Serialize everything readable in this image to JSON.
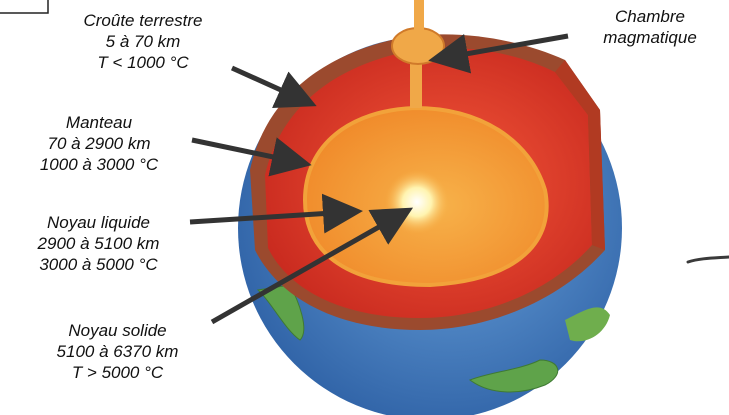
{
  "labels": {
    "crust": {
      "name": "Croûte terrestre",
      "depth": "5 à 70 km",
      "temp": "T < 1000 °C"
    },
    "mantle": {
      "name": "Manteau",
      "depth": "70 à 2900 km",
      "temp": "1000 à 3000 °C"
    },
    "outer_core": {
      "name": "Noyau liquide",
      "depth": "2900 à 5100 km",
      "temp": "3000 à 5000 °C"
    },
    "inner_core": {
      "name": "Noyau solide",
      "depth": "5100 à 6370 km",
      "temp": "T > 5000 °C"
    },
    "chamber": {
      "line1": "Chambre",
      "line2": "magmatique"
    }
  },
  "colors": {
    "ocean": "#4f86c6",
    "land": "#5fa34a",
    "crust": "#9b4a2e",
    "mantle": "#e8352a",
    "outer_core": "#f2a23a",
    "inner_core": "#fff6c8",
    "magma": "#f0a848",
    "arrow": "#333333"
  }
}
